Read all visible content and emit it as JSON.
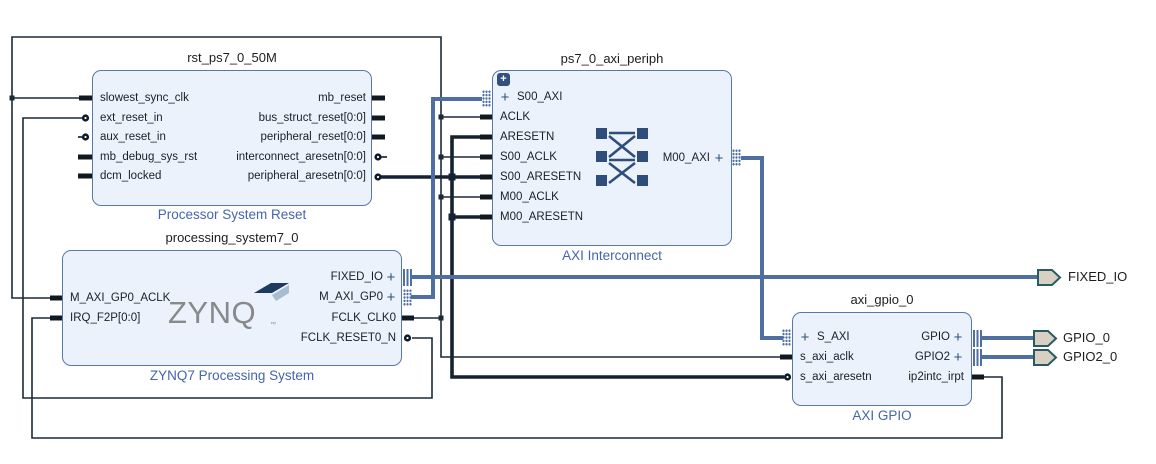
{
  "diagram": {
    "blocks": {
      "rst": {
        "title": "rst_ps7_0_50M",
        "type_label": "Processor System Reset",
        "left_ports": [
          "slowest_sync_clk",
          "ext_reset_in",
          "aux_reset_in",
          "mb_debug_sys_rst",
          "dcm_locked"
        ],
        "right_ports": [
          "mb_reset",
          "bus_struct_reset[0:0]",
          "peripheral_reset[0:0]",
          "interconnect_aresetn[0:0]",
          "peripheral_aresetn[0:0]"
        ]
      },
      "interconnect": {
        "title": "ps7_0_axi_periph",
        "type_label": "AXI Interconnect",
        "left_ports": [
          "S00_AXI",
          "ACLK",
          "ARESETN",
          "S00_ACLK",
          "S00_ARESETN",
          "M00_ACLK",
          "M00_ARESETN"
        ],
        "right_ports": [
          "M00_AXI"
        ]
      },
      "zynq": {
        "title": "processing_system7_0",
        "type_label": "ZYNQ7 Processing System",
        "left_ports": [
          "M_AXI_GP0_ACLK",
          "IRQ_F2P[0:0]"
        ],
        "right_ports": [
          "FIXED_IO",
          "M_AXI_GP0",
          "FCLK_CLK0",
          "FCLK_RESET0_N"
        ]
      },
      "gpio": {
        "title": "axi_gpio_0",
        "type_label": "AXI GPIO",
        "left_ports": [
          "S_AXI",
          "s_axi_aclk",
          "s_axi_aresetn"
        ],
        "right_ports": [
          "GPIO",
          "GPIO2",
          "ip2intc_irpt"
        ]
      }
    },
    "external_ports": [
      "FIXED_IO",
      "GPIO_0",
      "GPIO2_0"
    ],
    "logo": {
      "text": "ZYNQ",
      "tm": "™"
    },
    "icons": {
      "plus": "+",
      "expand": "+"
    },
    "colors": {
      "block_fill": "#EBF2FB",
      "block_border": "#5878A8",
      "label_blue": "#4565AE",
      "bus_blue": "#4E6F9F",
      "wire_dark": "#1B2A38",
      "icon_blue": "#2E4D7B",
      "ext_port_fill": "#D8D1C3",
      "ext_port_border": "#2A5A64",
      "logo_gray": "#87898B"
    }
  }
}
